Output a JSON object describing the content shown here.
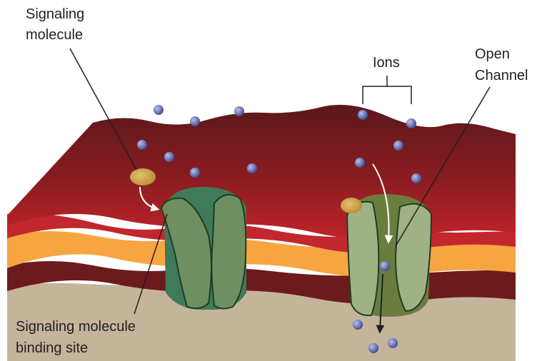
{
  "labels": {
    "signaling_molecule": [
      "Signaling",
      "molecule"
    ],
    "ions": "Ions",
    "open_channel": [
      "Open",
      "Channel"
    ],
    "binding_site": [
      "Signaling molecule",
      "binding site"
    ]
  },
  "colors": {
    "membrane_top_dark": "#5e1a1c",
    "membrane_top_light": "#a01d22",
    "red_band": "#c1272d",
    "orange_band": "#f7a541",
    "dark_band": "#6d1a1d",
    "cytoplasm": "#c4b49a",
    "channel_closed": "#5e8a63",
    "channel_open": "#8fa56f",
    "ion": "#6d79b8",
    "signal_molecule": "#c9a24a"
  }
}
